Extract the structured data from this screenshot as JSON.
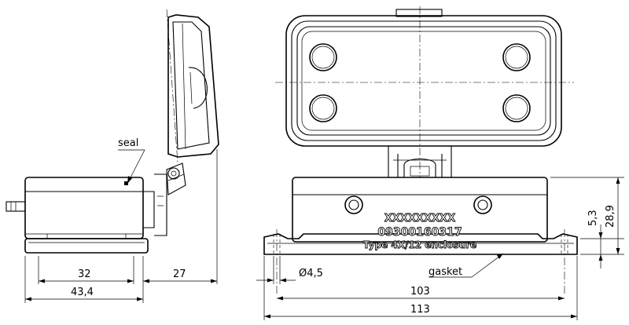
{
  "labels": {
    "seal": "seal",
    "gasket": "gasket"
  },
  "dimensions": {
    "d32": "32",
    "d43_4": "43,4",
    "d27": "27",
    "hole": "Ø4,5",
    "d103": "103",
    "d113": "113",
    "d5_3": "5,3",
    "d28_9": "28,9"
  },
  "marking": {
    "line1": "XXXXXXXXX",
    "line2": "09300160317",
    "line3": "Type 4X/12 enclosure"
  }
}
